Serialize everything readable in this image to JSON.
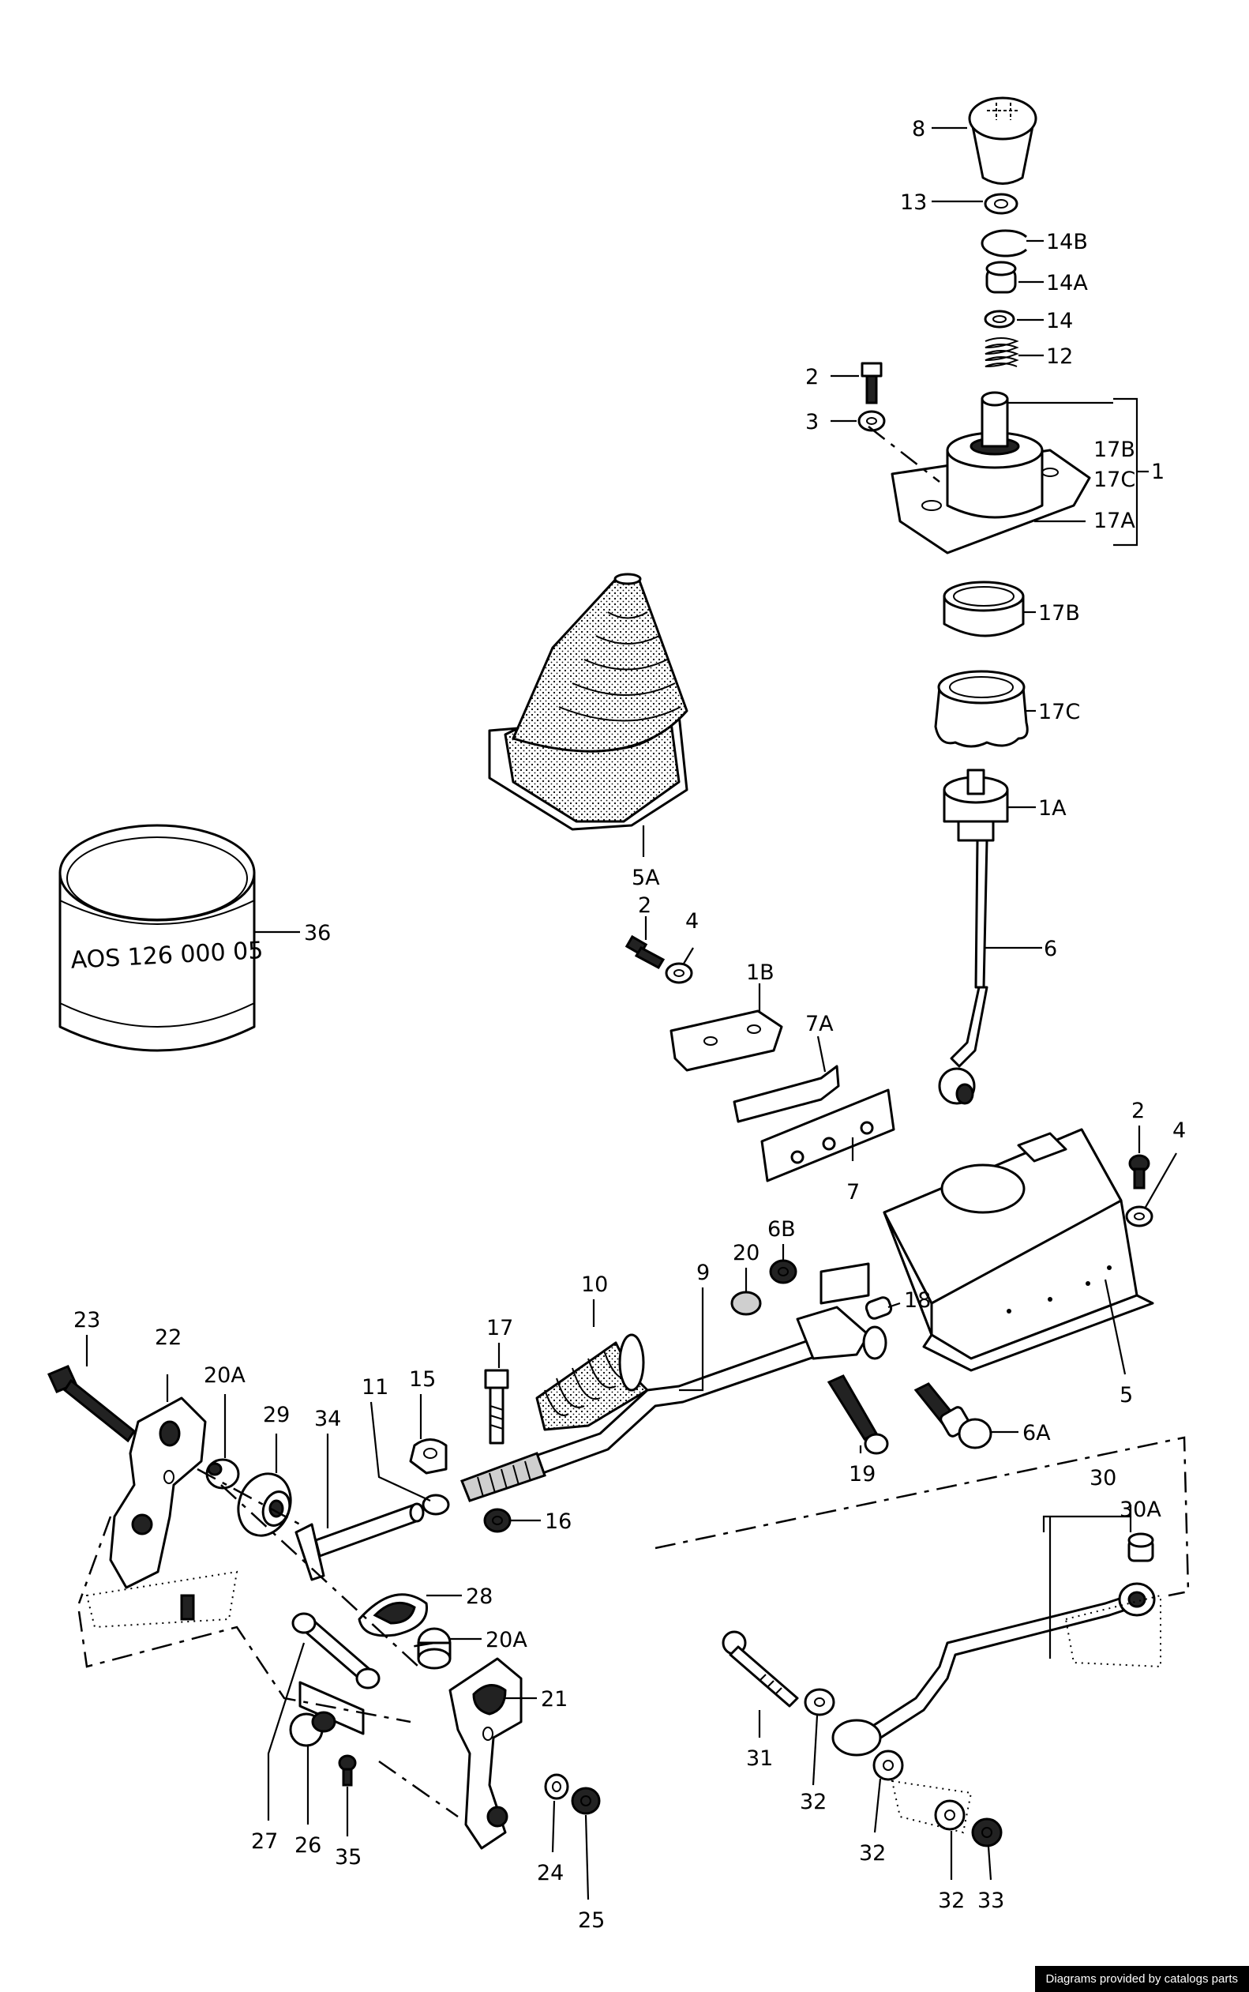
{
  "labels": {
    "l8": "8",
    "l13": "13",
    "l14b": "14B",
    "l14a": "14A",
    "l14": "14",
    "l12": "12",
    "l2a": "2",
    "l3": "3",
    "l17b_top": "17B",
    "l17c_top": "17C",
    "l17a": "17A",
    "l1": "1",
    "l17b": "17B",
    "l17c": "17C",
    "l1a": "1A",
    "l6": "6",
    "l5a": "5A",
    "l36": "36",
    "l2b": "2",
    "l4a": "4",
    "l1b": "1B",
    "l7a": "7A",
    "l7": "7",
    "l2c": "2",
    "l4b": "4",
    "l5": "5",
    "l9": "9",
    "l20": "20",
    "l6b": "6B",
    "l18": "18",
    "l10": "10",
    "l17": "17",
    "l15": "15",
    "l11": "11",
    "l16": "16",
    "l19": "19",
    "l6a": "6A",
    "l23": "23",
    "l22": "22",
    "l20a_top": "20A",
    "l29": "29",
    "l34": "34",
    "l28": "28",
    "l20a": "20A",
    "l21": "21",
    "l27": "27",
    "l26": "26",
    "l35": "35",
    "l24": "24",
    "l25": "25",
    "l30": "30",
    "l30a": "30A",
    "l31": "31",
    "l32a": "32",
    "l32b": "32",
    "l32c": "32",
    "l33": "33"
  },
  "part_stamp": "AOS 126 000 05",
  "footer": "Diagrams provided by catalogs parts"
}
